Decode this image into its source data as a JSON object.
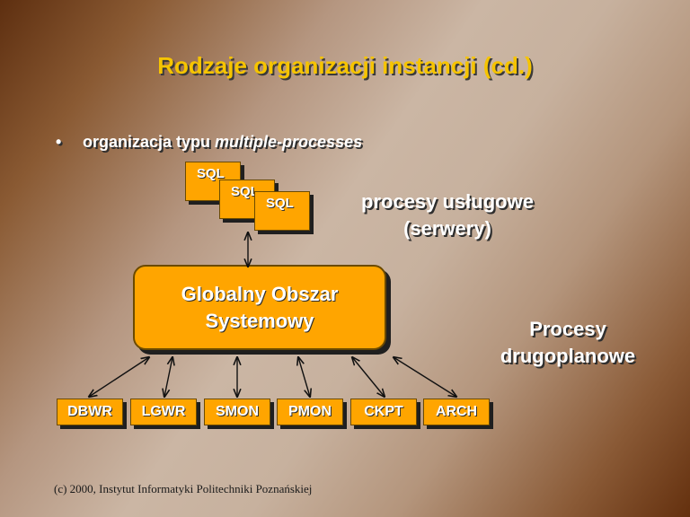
{
  "slide": {
    "title": "Rodzaje organizacji instancji (cd.)",
    "bullet": {
      "symbol": "•",
      "text_regular": "organizacja typu ",
      "text_italic": "multiple-processes"
    },
    "sql_boxes": [
      "SQL",
      "SQL",
      "SQL"
    ],
    "server_label": {
      "line1": "procesy usługowe",
      "line2": "(serwery)"
    },
    "sga": {
      "line1": "Globalny Obszar",
      "line2": "Systemowy"
    },
    "background_label": {
      "line1": "Procesy",
      "line2": "drugoplanowe"
    },
    "processes": [
      "DBWR",
      "LGWR",
      "SMON",
      "PMON",
      "CKPT",
      "ARCH"
    ],
    "footer": "(c) 2000, Instytut Informatyki Politechniki Poznańskiej"
  },
  "colors": {
    "box_fill": "#ffa500",
    "title": "#f6c400",
    "text": "#ffffff"
  }
}
